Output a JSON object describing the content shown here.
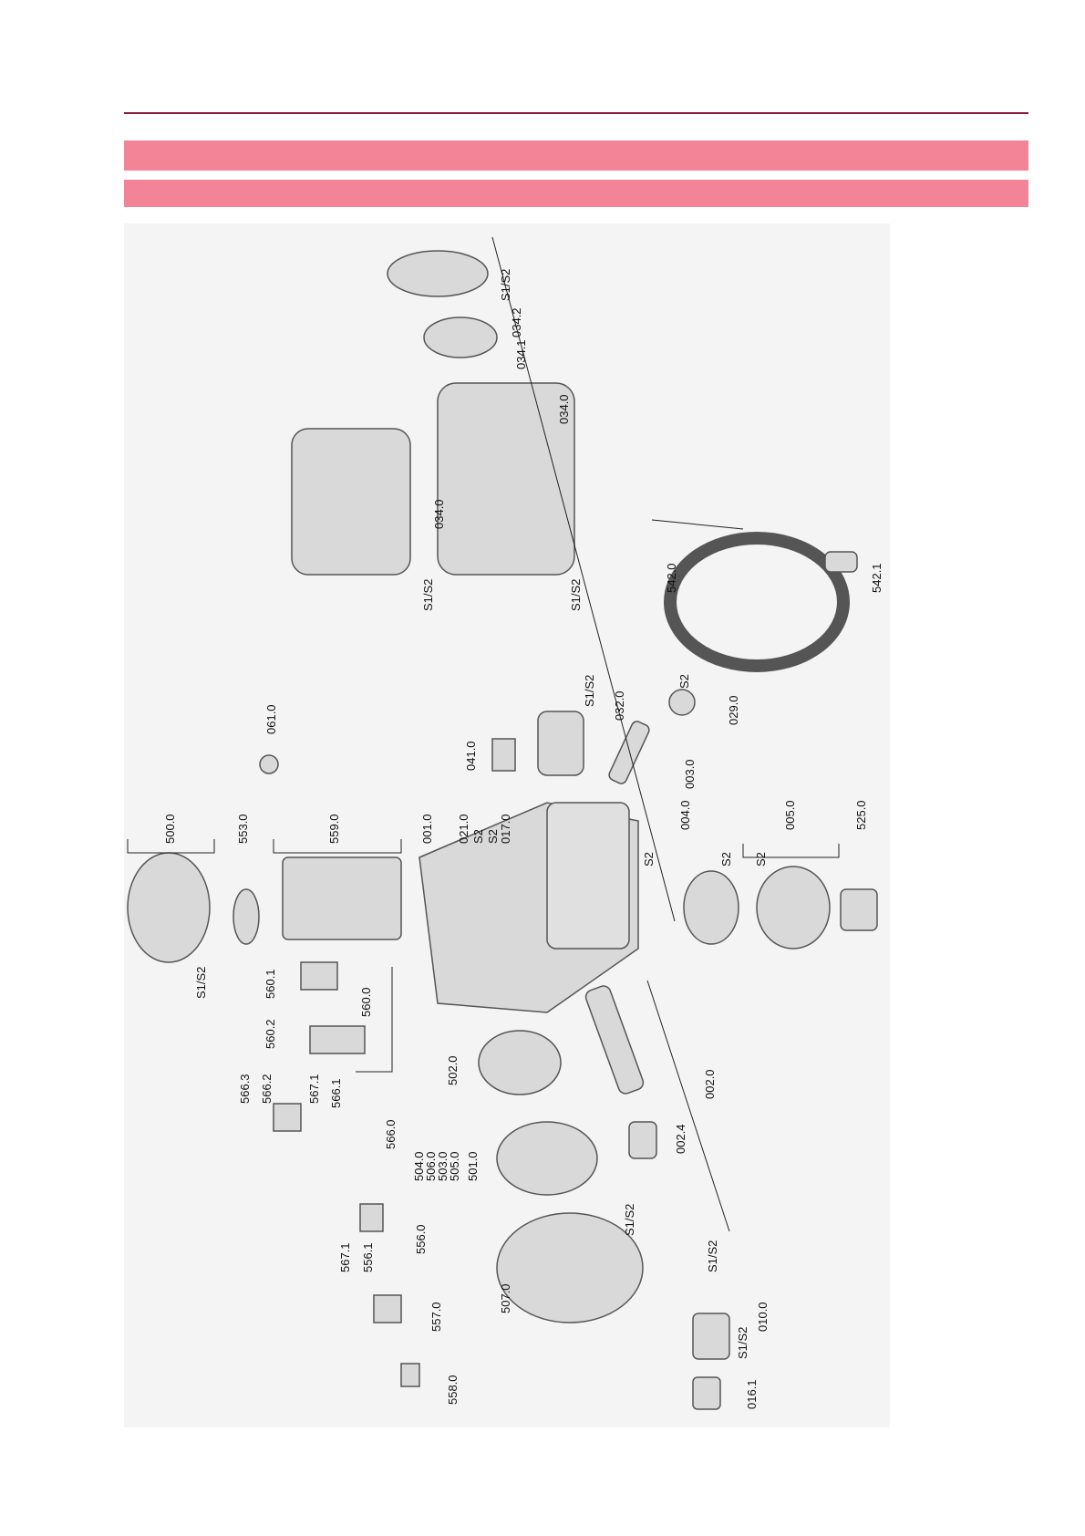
{
  "labels": {
    "l500_0": "500.0",
    "l553_0": "553.0",
    "l559_0": "559.0",
    "l001_0": "001.0",
    "l021_0": "021.0",
    "l017_0": "017.0",
    "l004_0": "004.0",
    "l005_0": "005.0",
    "l525_0": "525.0",
    "l002_0": "002.0",
    "l002_4": "002.4",
    "l010_0": "010.0",
    "l016_1": "016.1",
    "l507_0": "507.0",
    "l501_0": "501.0",
    "l502_0": "502.0",
    "l504_0": "504.0",
    "l506_0": "506.0",
    "l503_0": "503.0",
    "l505_0": "505.0",
    "l566_0": "566.0",
    "l566_1": "566.1",
    "l566_2": "566.2",
    "l566_3": "566.3",
    "l567_1a": "567.1",
    "l567_1b": "567.1",
    "l556_0": "556.0",
    "l556_1": "556.1",
    "l557_0": "557.0",
    "l558_0": "558.0",
    "l560_0": "560.0",
    "l560_1": "560.1",
    "l560_2": "560.2",
    "l061_0": "061.0",
    "l041_0": "041.0",
    "l003_0": "003.0",
    "l032_0": "032.0",
    "l029_0": "029.0",
    "l542_0": "542.0",
    "l542_1": "542.1",
    "l034_0a": "034.0",
    "l034_0b": "034.0",
    "l034_1": "034.1",
    "l034_2": "034.2",
    "s1s2": "S1/S2",
    "s2": "S2"
  },
  "colors": {
    "band": "#f38497",
    "rule": "#8a1a3a"
  }
}
